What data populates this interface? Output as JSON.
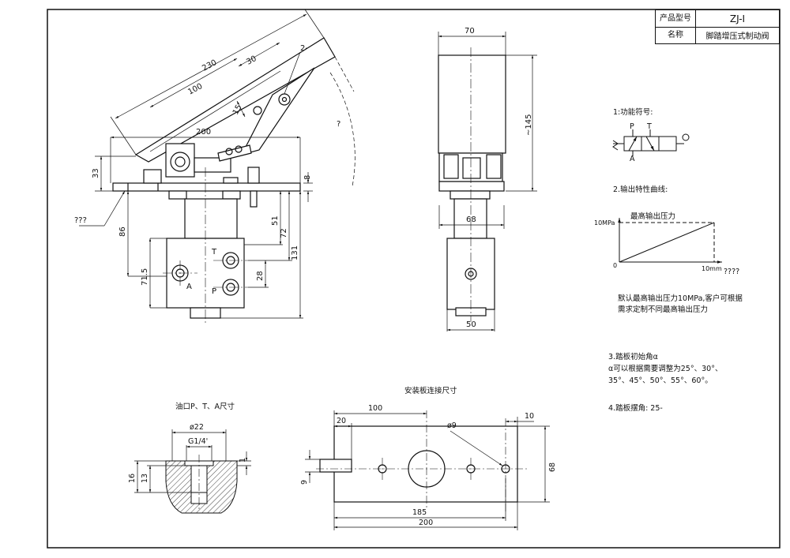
{
  "title_block": {
    "model_label": "产品型号",
    "model_value": "ZJ-I",
    "name_label": "名称",
    "name_value": "脚踏增压式制动阀"
  },
  "side_view": {
    "dims": {
      "d230": "230",
      "d100": "100",
      "d30": "30",
      "d15": "15",
      "d2": "2-",
      "d200": "200",
      "d33": "33",
      "d8": "8",
      "d86": "86",
      "d51": "51",
      "d72": "72",
      "d131": "131",
      "d71_5": "71.5",
      "d28": "28",
      "angle": "?"
    },
    "leader_label": "???",
    "port_T": "T",
    "port_A": "A",
    "port_P": "P"
  },
  "front_view": {
    "dims": {
      "d70": "70",
      "d145": "~145",
      "d68": "68",
      "d50": "50"
    }
  },
  "notes": {
    "n1_title": "1:功能符号:",
    "sym_P": "P",
    "sym_T": "T",
    "sym_A": "A",
    "n2_title": "2.输出特性曲线:",
    "graph_y": "10MPa",
    "graph_max": "最高输出压力",
    "graph_zero": "0",
    "graph_x": "10mm",
    "graph_unk": "????",
    "default_l1": "默认最高输出压力10MPa,客户可根据",
    "default_l2": "需求定制不同最高输出压力",
    "n3_l1": "3.踏板初始角α",
    "n3_l2": "α可以根据需要调整为25°、30°、",
    "n3_l3": "35°、45°、50°、55°、60°。",
    "n4": "4.踏板摆角: 25-"
  },
  "port_detail": {
    "title": "油口P、T、A尺寸",
    "d22": "ø22",
    "g": "G1/4'",
    "d16": "16",
    "d13": "13",
    "d1": "1"
  },
  "plate": {
    "title": "安装板连接尺寸",
    "d100": "100",
    "d20": "20",
    "d9dia": "ø9",
    "d10": "10",
    "d9": "9",
    "d68": "68",
    "d185": "185",
    "d200": "200"
  }
}
